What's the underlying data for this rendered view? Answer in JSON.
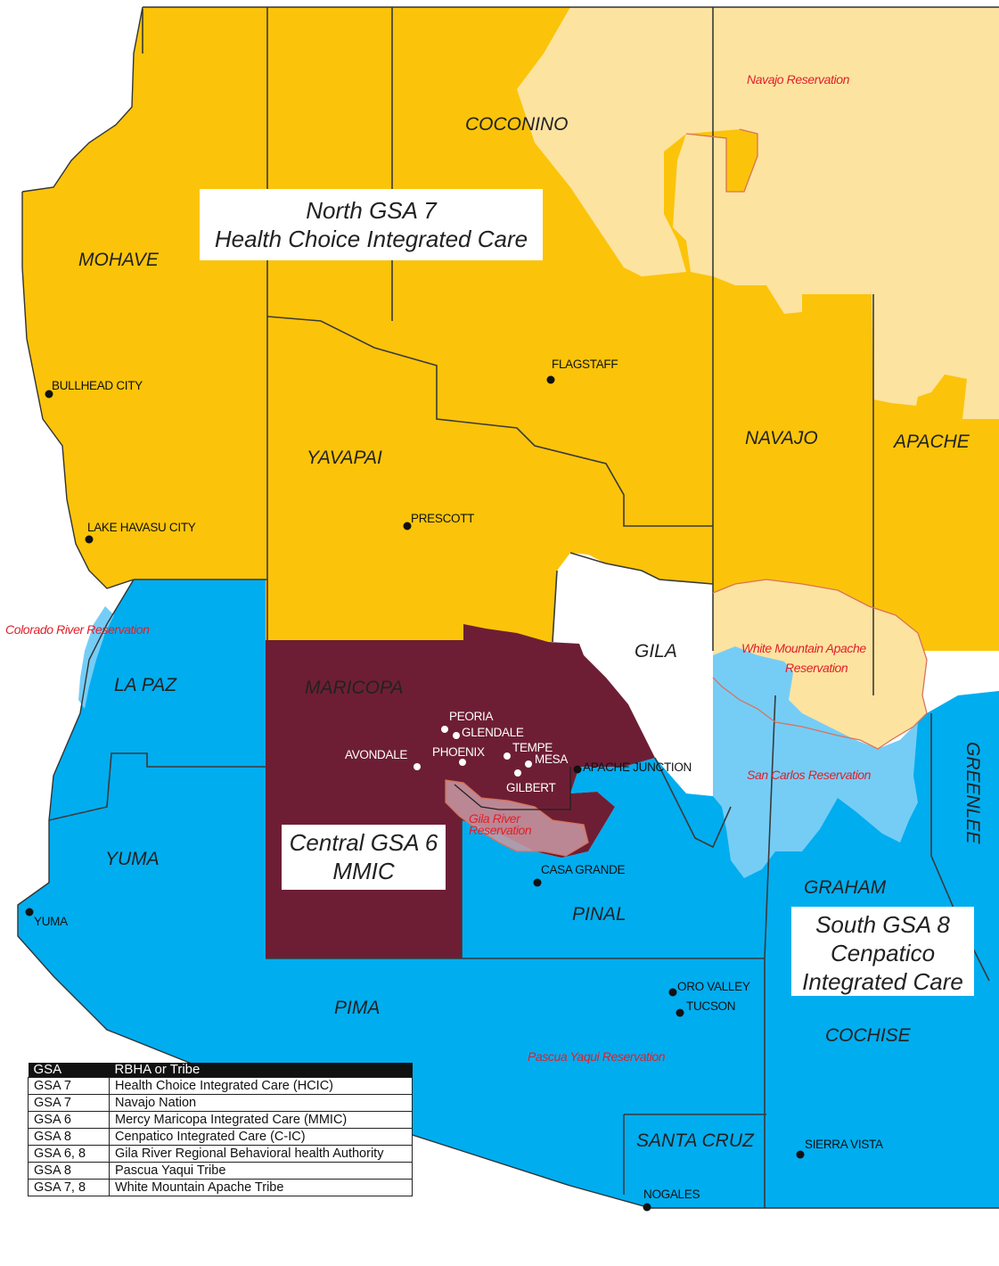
{
  "colors": {
    "north_gsa": "#fbc40a",
    "navajo_reservation": "#fde3a0",
    "central_gsa": "#6d1e35",
    "south_gsa": "#00adef",
    "light_reservation": "#75cdf6",
    "reservation_label": "#e0202a"
  },
  "regions": {
    "north": {
      "line1": "North GSA 7",
      "line2": "Health Choice Integrated Care"
    },
    "central": {
      "line1": "Central GSA 6",
      "line2": "MMIC"
    },
    "south": {
      "line1": "South GSA 8",
      "line2": "Cenpatico",
      "line3": "Integrated Care"
    }
  },
  "counties": {
    "coconino": "COCONINO",
    "mohave": "MOHAVE",
    "yavapai": "YAVAPAI",
    "navajo": "NAVAJO",
    "apache": "APACHE",
    "gila": "GILA",
    "la_paz": "LA PAZ",
    "maricopa": "MARICOPA",
    "yuma": "YUMA",
    "greenlee": "GREENLEE",
    "graham": "GRAHAM",
    "pinal": "PINAL",
    "pima": "PIMA",
    "cochise": "COCHISE",
    "santa_cruz": "SANTA CRUZ"
  },
  "cities": {
    "bullhead_city": "BULLHEAD CITY",
    "flagstaff": "FLAGSTAFF",
    "prescott": "PRESCOTT",
    "lake_havasu_city": "LAKE HAVASU CITY",
    "peoria": "PEORIA",
    "glendale": "GLENDALE",
    "avondale": "AVONDALE",
    "phoenix": "PHOENIX",
    "tempe": "TEMPE",
    "mesa": "MESA",
    "gilbert": "GILBERT",
    "apache_junction": "APACHE JUNCTION",
    "casa_grande": "CASA GRANDE",
    "yuma": "YUMA",
    "oro_valley": "ORO VALLEY",
    "tucson": "TUCSON",
    "sierra_vista": "SIERRA VISTA",
    "nogales": "NOGALES"
  },
  "reservations": {
    "navajo": "Navajo Reservation",
    "colorado_river": "Colorado River Reservation",
    "white_mountain_1": "White Mountain Apache",
    "white_mountain_2": "Reservation",
    "san_carlos": "San Carlos Reservation",
    "gila_river_1": "Gila River",
    "gila_river_2": "Reservation",
    "pascua_yaqui": "Pascua Yaqui Reservation"
  },
  "legend": {
    "headers": [
      "GSA",
      "RBHA or Tribe"
    ],
    "rows": [
      {
        "gsa": "GSA 7",
        "entity": "Health Choice Integrated Care (HCIC)"
      },
      {
        "gsa": "GSA 7",
        "entity": "Navajo Nation"
      },
      {
        "gsa": "GSA 6",
        "entity": "Mercy Maricopa Integrated Care (MMIC)"
      },
      {
        "gsa": "GSA 8",
        "entity": "Cenpatico Integrated Care (C-IC)"
      },
      {
        "gsa": "GSA 6, 8",
        "entity": "Gila River Regional Behavioral health Authority"
      },
      {
        "gsa": "GSA 8",
        "entity": "Pascua Yaqui Tribe"
      },
      {
        "gsa": "GSA 7, 8",
        "entity": "White Mountain Apache Tribe"
      }
    ]
  }
}
